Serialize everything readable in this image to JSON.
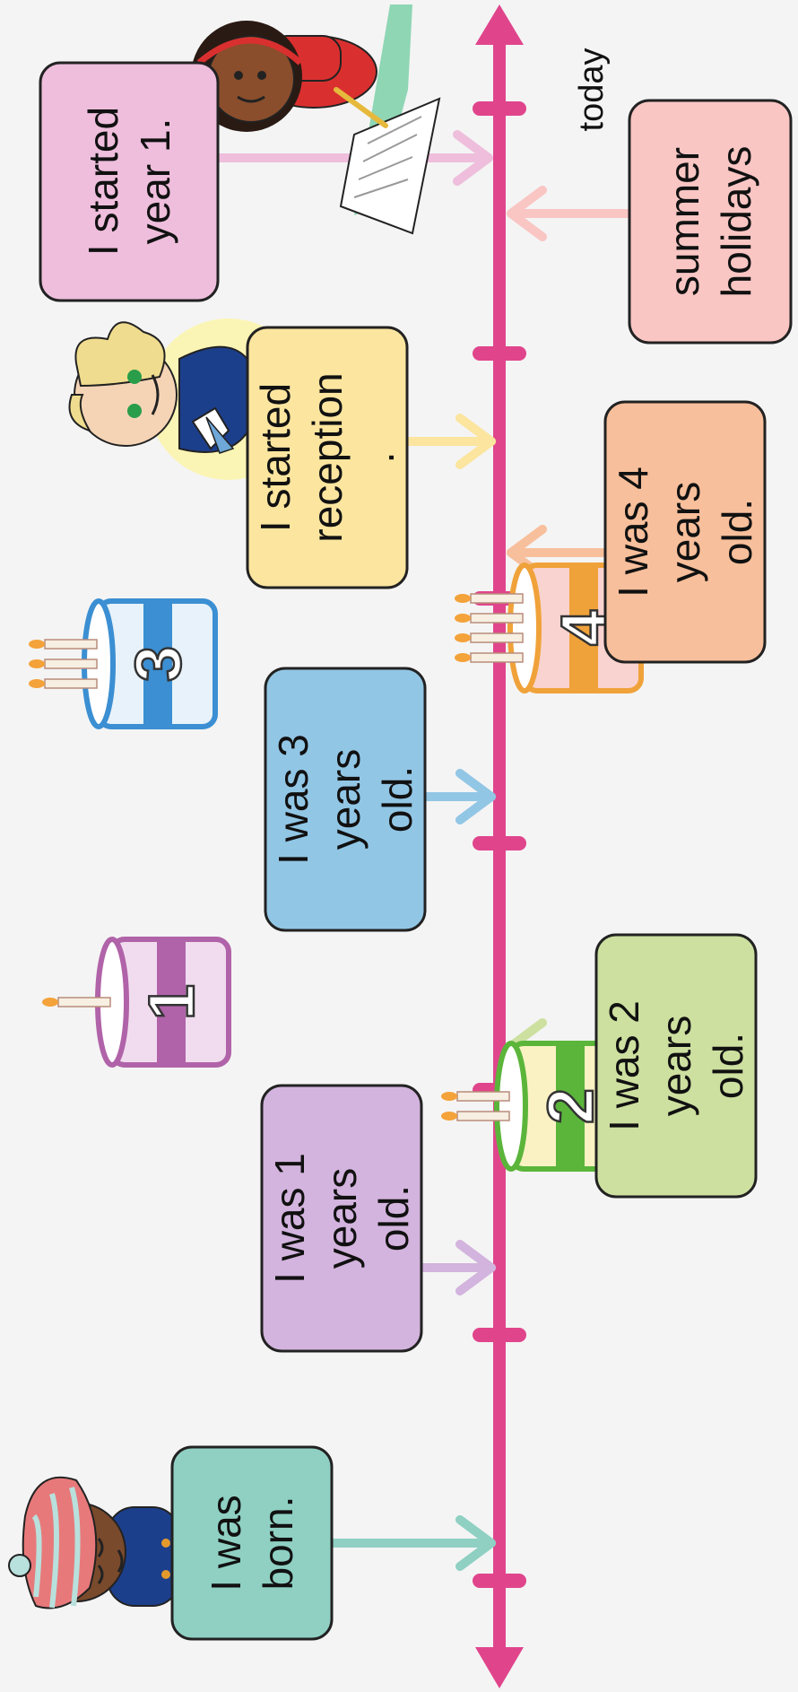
{
  "timeline": {
    "color": "#e0458c",
    "today_label": "today"
  },
  "events": [
    {
      "id": "born",
      "lines": [
        "I was",
        "born."
      ],
      "color": "#8fd0c3",
      "side": "upper"
    },
    {
      "id": "age1",
      "lines": [
        "I was 1",
        "years",
        "old."
      ],
      "color": "#d3b4de",
      "side": "upper"
    },
    {
      "id": "age2",
      "lines": [
        "I was 2",
        "years",
        "old."
      ],
      "color": "#cde0a0",
      "side": "lower"
    },
    {
      "id": "age3",
      "lines": [
        "I was 3",
        "years",
        "old."
      ],
      "color": "#92c6e5",
      "side": "upper"
    },
    {
      "id": "age4",
      "lines": [
        "I was 4",
        "years",
        "old."
      ],
      "color": "#f7bf9b",
      "side": "lower"
    },
    {
      "id": "reception",
      "lines": [
        "I started",
        "reception",
        "."
      ],
      "color": "#fbe59f",
      "side": "upper"
    },
    {
      "id": "year1",
      "lines": [
        "I started",
        "year 1."
      ],
      "color": "#eebedc",
      "side": "upper"
    },
    {
      "id": "summer",
      "lines": [
        "summer",
        "holidays"
      ],
      "color": "#f9c6c4",
      "side": "lower"
    }
  ],
  "cakes": [
    {
      "number": "1",
      "candles": 1,
      "color": "#b063a8",
      "light": "#f1dcef"
    },
    {
      "number": "2",
      "candles": 2,
      "color": "#5bb53b",
      "light": "#fbf2c3"
    },
    {
      "number": "3",
      "candles": 3,
      "color": "#3b8fd2",
      "light": "#e8f2fa"
    },
    {
      "number": "4",
      "candles": 4,
      "color": "#f0a23a",
      "light": "#f9d3cf"
    }
  ]
}
